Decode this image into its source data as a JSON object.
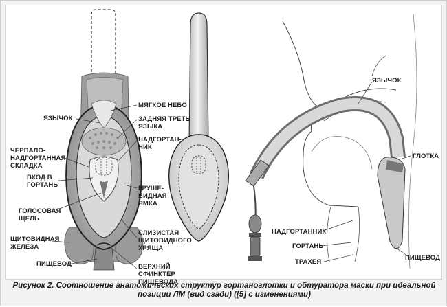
{
  "labels": {
    "myagkoe_nebo": "МЯГКОЕ НЕБО",
    "yazychok_left": "ЯЗЫЧОК",
    "zadnyaya_tret_yazyka": "ЗАДНЯЯ ТРЕТЬ\nЯЗЫКА",
    "nadgortannik_left": "НАДГОРТАН-\nНИК",
    "cherpalo_skladka": "ЧЕРПАЛО-\nНАДГОРТАННАЯ\nСКЛАДКА",
    "vhod_v_gortan": "ВХОД В\nГОРТАНЬ",
    "grushevidnaya_yamka": "ГРУШЕ-\nВИДНАЯ\nЯМКА",
    "golosovaya_shchel": "ГОЛОСОВАЯ\nЩЕЛЬ",
    "slizistaya": "СЛИЗИСТАЯ\nЩИТОВИДНОГО\nХРЯЩА",
    "shchitovidnaya_zheleza": "ЩИТОВИДНАЯ\nЖЕЛЕЗА",
    "pishchevod_left": "ПИЩЕВОД",
    "verkhniy_sfinkter": "ВЕРХНИЙ\nСФИНКТЕР\nПИЩЕВОДА",
    "yazychok_right": "ЯЗЫЧОК",
    "glotka": "ГЛОТКА",
    "nadgortannik_right": "НАДГОРТАННИК",
    "gortan": "ГОРТАНЬ",
    "trakheya": "ТРАХЕЯ",
    "pishchevod_right": "ПИЩЕВОД"
  },
  "caption": {
    "line1": "Рисунок 2. Соотношение анатомических структур гортаноглотки и обтуратора маски при идеальной",
    "line2": "позиции ЛМ (вид сзади) ([5] с изменениями)"
  }
}
